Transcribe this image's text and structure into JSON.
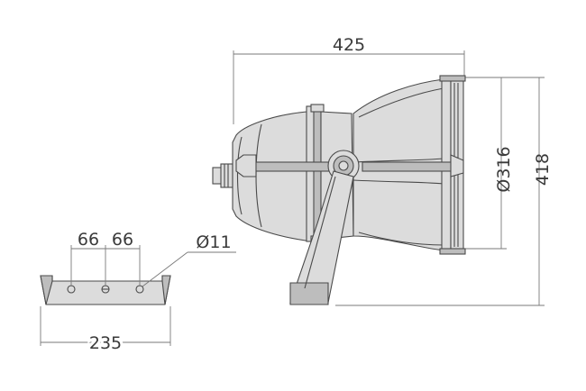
{
  "dimensions": {
    "overall_length": "425",
    "overall_height": "418",
    "lens_diameter": "Ø316",
    "bracket_width": "235",
    "hole_spacing_left": "66",
    "hole_spacing_right": "66",
    "hole_diameter": "Ø11"
  }
}
